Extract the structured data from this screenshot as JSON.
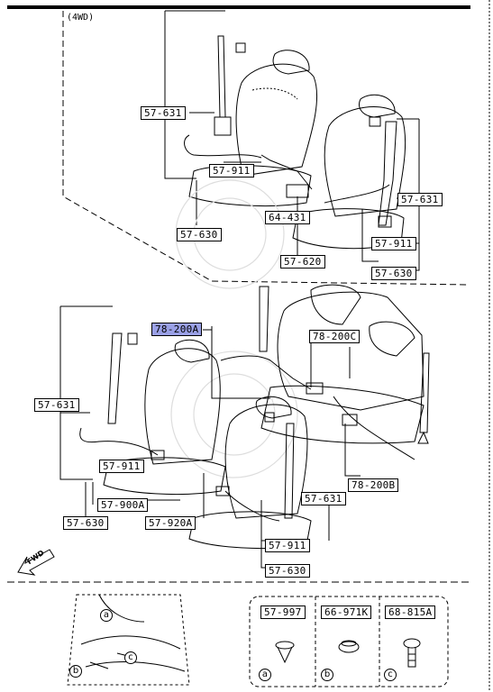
{
  "section_label": "(4WD)",
  "fwd_label": "FWD",
  "upper_parts": [
    "57-631",
    "57-911",
    "57-630",
    "64-431",
    "57-620",
    "57-631",
    "57-911",
    "57-630"
  ],
  "lower_parts": [
    "78-200A",
    "78-200C",
    "57-631",
    "57-911",
    "57-900A",
    "57-630",
    "57-920A",
    "78-200B",
    "57-631",
    "57-911",
    "57-630"
  ],
  "fasteners": [
    {
      "part": "57-997",
      "marker": "a"
    },
    {
      "part": "66-971K",
      "marker": "b"
    },
    {
      "part": "68-815A",
      "marker": "c"
    }
  ],
  "detail_markers": [
    "a",
    "b",
    "c"
  ]
}
